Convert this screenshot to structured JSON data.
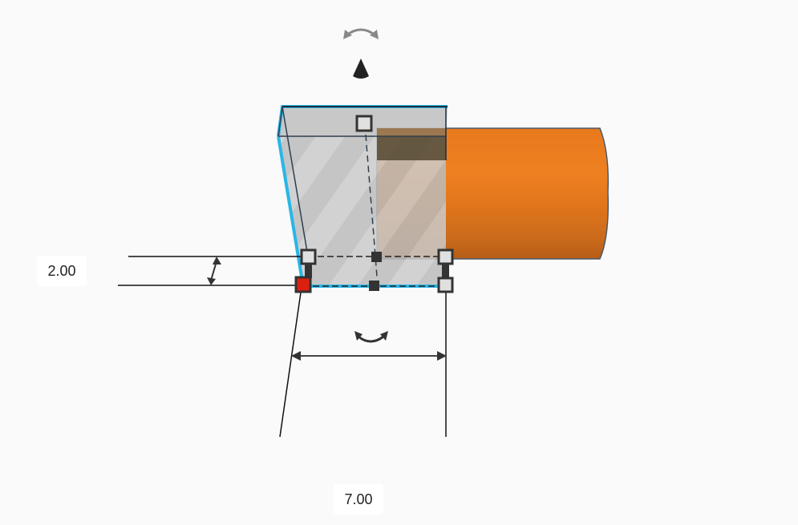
{
  "scene": {
    "background": "#fafafa",
    "selected_shape": {
      "type": "box-hole",
      "fill": "#bdbdbd",
      "stripe_color": "#d0d0d0",
      "outline_color": "#29b6e8"
    },
    "other_shape": {
      "type": "cylinder",
      "fill": "#ec7f1f",
      "shade": "#b55d17"
    },
    "handles": {
      "corner_active_color": "#dd1f10",
      "corner_color": "#e0e0e0",
      "border_color": "#333333"
    }
  },
  "dimensions": {
    "height_value": "2.00",
    "width_value": "7.00"
  },
  "icons": {
    "rotate_top": "rotate-arrow-icon",
    "lift_cone": "lift-cone-icon",
    "rotate_bottom": "rotate-arrow-icon"
  }
}
